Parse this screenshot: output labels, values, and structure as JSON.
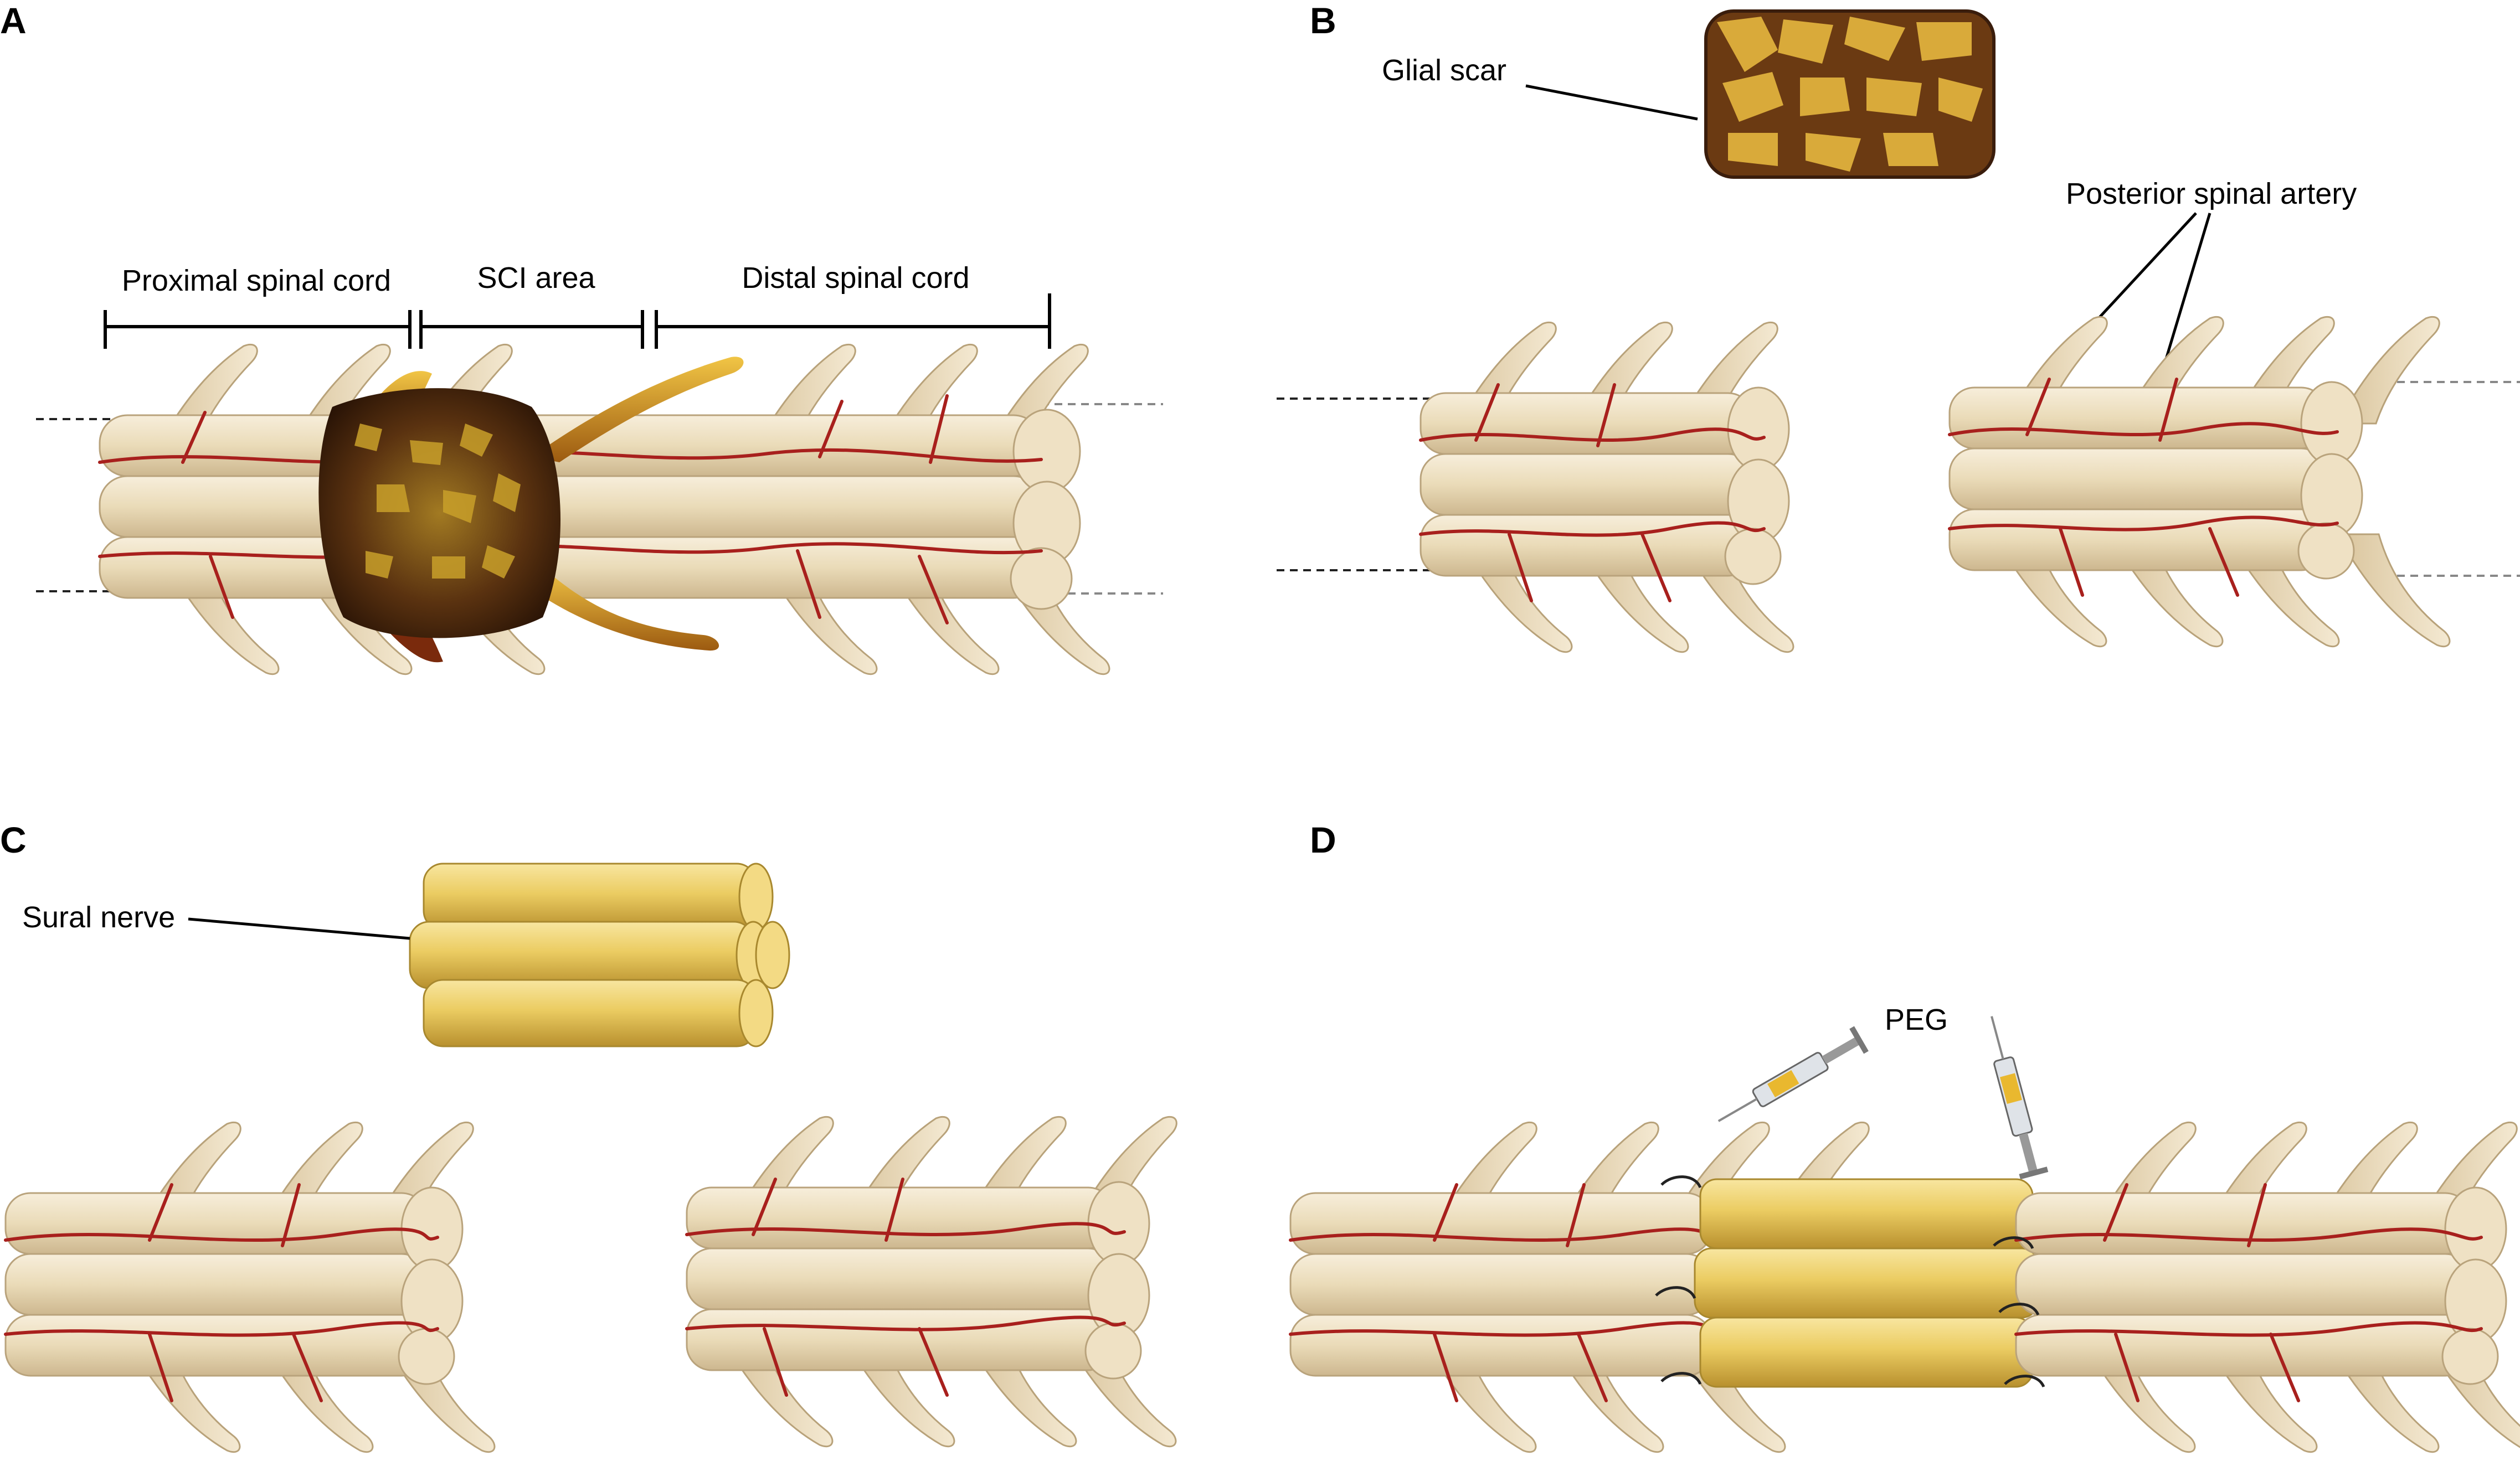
{
  "panels": {
    "a": {
      "letter": "A",
      "proximal_label": "Proximal spinal cord",
      "sci_label": "SCI area",
      "distal_label": "Distal spinal cord"
    },
    "b": {
      "letter": "B",
      "glial_scar_label": "Glial scar",
      "artery_label": "Posterior spinal artery"
    },
    "c": {
      "letter": "C",
      "sural_nerve_label": "Sural nerve"
    },
    "d": {
      "letter": "D",
      "peg_label": "PEG"
    }
  },
  "colors": {
    "cord": "#eedfc0",
    "cord_shadow": "#c9b38a",
    "vessel": "#a8201d",
    "scar_dark": "#3a1d0c",
    "scar_gold": "#c9a02a",
    "nerve": "#e9c85a",
    "nerve_shadow": "#b99230"
  }
}
